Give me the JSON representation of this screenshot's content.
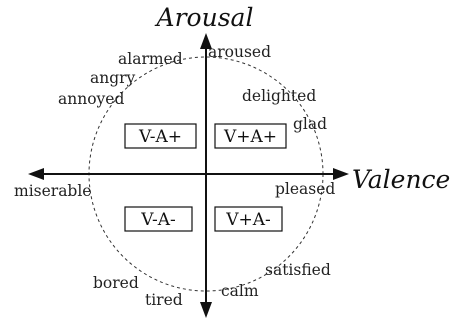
{
  "axes": {
    "vertical_title": "Arousal",
    "horizontal_title": "Valence"
  },
  "quadrants": {
    "top_left": "V-A+",
    "top_right": "V+A+",
    "bottom_left": "V-A-",
    "bottom_right": "V+A-"
  },
  "emotions": {
    "alarmed": "alarmed",
    "aroused": "aroused",
    "angry": "angry",
    "annoyed": "annoyed",
    "delighted": "delighted",
    "glad": "glad",
    "miserable": "miserable",
    "pleased": "pleased",
    "satisfied": "satisfied",
    "bored": "bored",
    "tired": "tired",
    "calm": "calm"
  }
}
